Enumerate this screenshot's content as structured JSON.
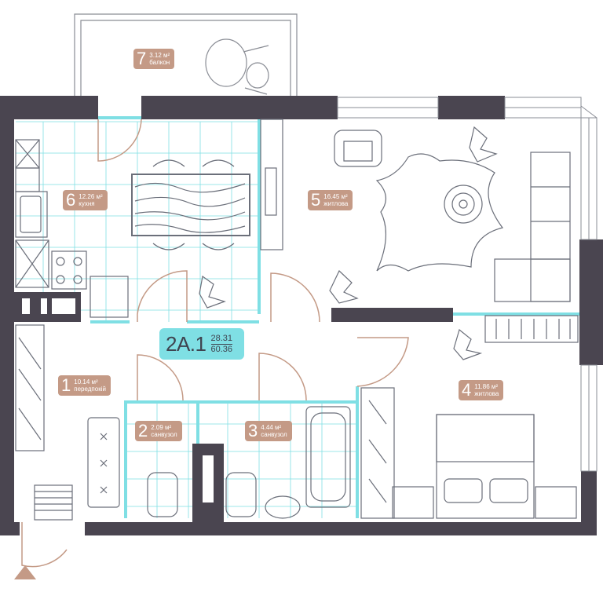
{
  "apartment": {
    "code": "2A.1",
    "area_living": "28.31",
    "area_total": "60.36"
  },
  "rooms": [
    {
      "num": "1",
      "area": "10.14 м²",
      "name": "передпокій"
    },
    {
      "num": "2",
      "area": "2.09 м²",
      "name": "санвузол"
    },
    {
      "num": "3",
      "area": "4.44 м²",
      "name": "санвузол"
    },
    {
      "num": "4",
      "area": "11.86  м²",
      "name": "житлова"
    },
    {
      "num": "5",
      "area": "16.45 м²",
      "name": "житлова"
    },
    {
      "num": "6",
      "area": "12.26 м²",
      "name": "кухня"
    },
    {
      "num": "7",
      "area": "3.12 м²",
      "name": "балкон"
    }
  ],
  "colors": {
    "wall": "#4a4550",
    "accent": "#7fdfe4",
    "label": "#c49a86",
    "line": "#6b6f7a"
  }
}
